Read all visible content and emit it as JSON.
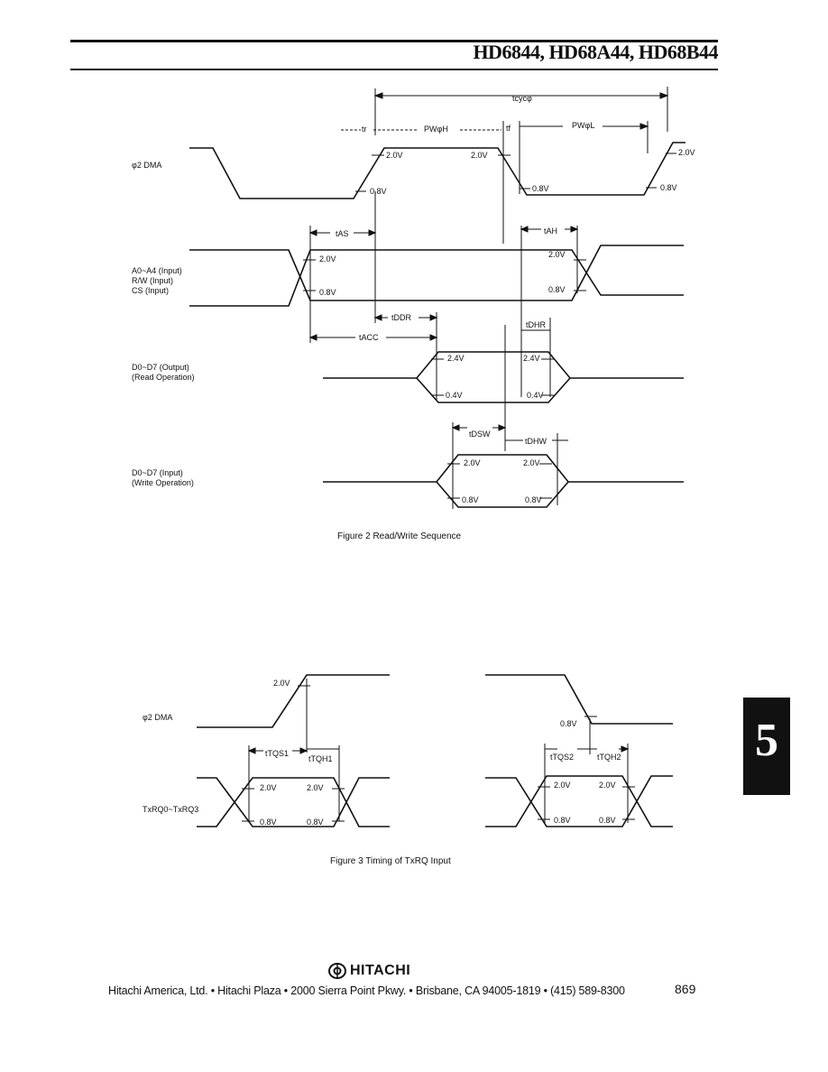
{
  "header": {
    "title": "HD6844, HD68A44, HD68B44"
  },
  "figure2": {
    "caption": "Figure 2  Read/Write Sequence",
    "signals": {
      "phi2_dma": "φ2 DMA",
      "addr_line1": "A0~A4 (Input)",
      "addr_line2": "R/W (Input)",
      "addr_line3": "CS (Input)",
      "read_line1": "D0~D7 (Output)",
      "read_line2": "(Read Operation)",
      "write_line1": "D0~D7 (Input)",
      "write_line2": "(Write Operation)"
    },
    "timing_labels": {
      "tcyc": "tcycφ",
      "tr": "tr",
      "pwh": "PWφH",
      "tf": "tf",
      "pwl": "PWφL",
      "tas": "tAS",
      "tah": "tAH",
      "tddr": "tDDR",
      "tdhr": "tDHR",
      "tacc": "tACC",
      "tdsw": "tDSW",
      "tdhw": "tDHW"
    },
    "voltages": {
      "v20": "2.0V",
      "v08": "0.8V",
      "v24": "2.4V",
      "v04": "0.4V"
    }
  },
  "figure3": {
    "caption": "Figure 3  Timing of TxRQ Input",
    "signals": {
      "phi2_dma": "φ2 DMA",
      "txrq": "TxRQ0~TxRQ3"
    },
    "timing_labels": {
      "tqs1": "tTQS1",
      "tqh1": "tTQH1",
      "tqs2": "tTQS2",
      "tqh2": "tTQH2"
    },
    "voltages": {
      "v20": "2.0V",
      "v08": "0.8V"
    }
  },
  "section_tab": "5",
  "footer": {
    "logo": "HITACHI",
    "logo_icon": "hitachi-logo-icon",
    "address": "Hitachi America, Ltd. • Hitachi Plaza • 2000 Sierra Point Pkwy. • Brisbane, CA 94005-1819 • (415) 589-8300",
    "page_number": "869"
  }
}
